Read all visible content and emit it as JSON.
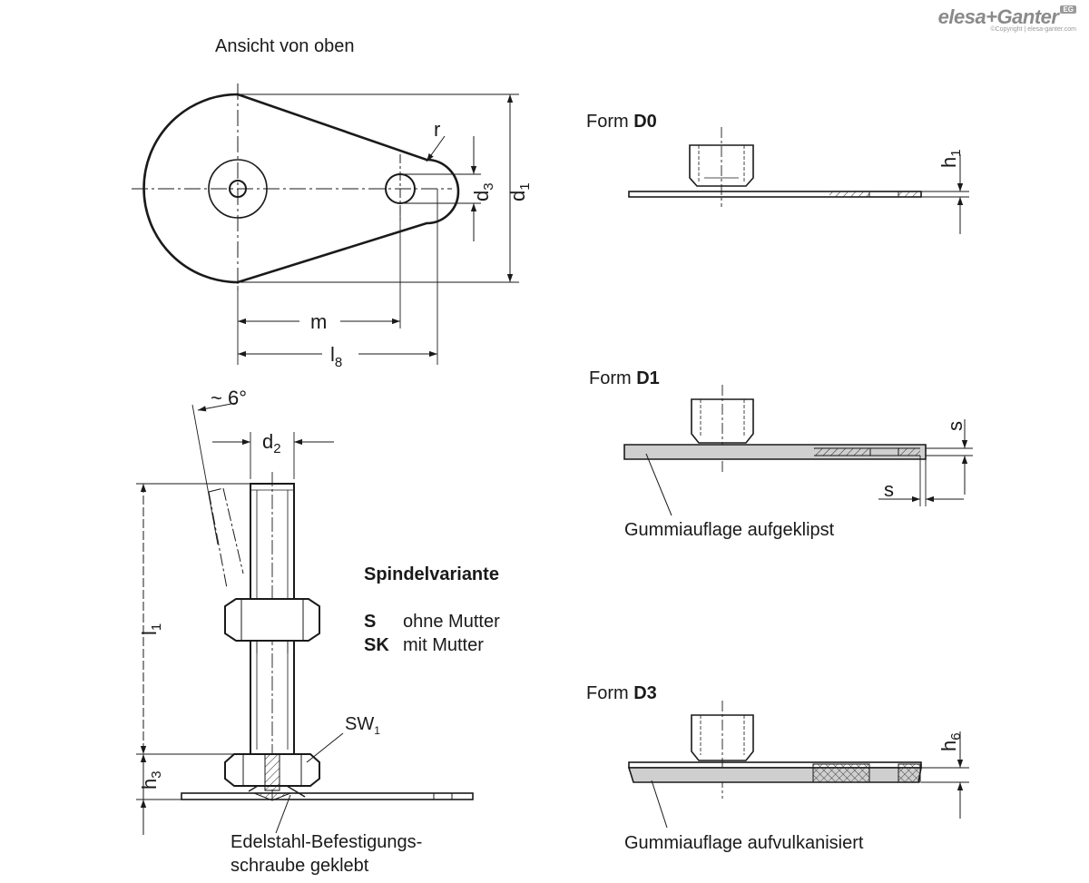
{
  "logo": {
    "name": "elesa+Ganter",
    "badge": "EG",
    "copyright": "©Copyright | elesa-ganter.com"
  },
  "top_view": {
    "title": "Ansicht von oben",
    "dims": {
      "r": "r",
      "d3": "d",
      "d3_sub": "3",
      "d1": "d",
      "d1_sub": "1",
      "m": "m",
      "l8": "l",
      "l8_sub": "8"
    }
  },
  "form_d0": {
    "prefix": "Form ",
    "code": "D0",
    "dim": "h",
    "dim_sub": "1"
  },
  "form_d1": {
    "prefix": "Form ",
    "code": "D1",
    "dim_s_top": "s",
    "dim_s_bottom": "s",
    "note": "Gummiauflage aufgeklipst"
  },
  "form_d3": {
    "prefix": "Form ",
    "code": "D3",
    "dim": "h",
    "dim_sub": "6",
    "note": "Gummiauflage aufvulkanisiert"
  },
  "spindle_view": {
    "angle": "~ 6°",
    "d2": "d",
    "d2_sub": "2",
    "l1": "l",
    "l1_sub": "1",
    "h3": "h",
    "h3_sub": "3",
    "sw1": "SW",
    "sw1_sub": "1",
    "screw_line1": "Edelstahl-Befestigungs-",
    "screw_line2": "schraube geklebt"
  },
  "spindle_variants": {
    "title": "Spindelvariante",
    "items": [
      {
        "code": "S",
        "text": "ohne Mutter"
      },
      {
        "code": "SK",
        "text": "mit Mutter"
      }
    ]
  }
}
